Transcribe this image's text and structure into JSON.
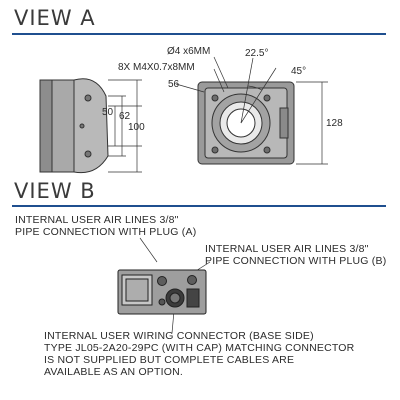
{
  "view_a": {
    "title": "VIEW A",
    "dims": {
      "hole_spec": "Ø4 x6MM",
      "thread_spec": "8X M4X0.7x8MM",
      "angle_small": "22.5°",
      "angle_large": "45°",
      "dim_56": "56",
      "dim_50": "50",
      "dim_62": "62",
      "dim_100": "100",
      "dim_128": "128"
    }
  },
  "view_b": {
    "title": "VIEW B",
    "callout_a": [
      "INTERNAL USER AIR LINES 3/8\"",
      "PIPE CONNECTION WITH PLUG (A)"
    ],
    "callout_b": [
      "INTERNAL USER AIR LINES 3/8\"",
      "PIPE CONNECTION WITH PLUG (B)"
    ],
    "connector_note": [
      "INTERNAL USER WIRING CONNECTOR (BASE SIDE)",
      "TYPE JL05-2A20-29PC (WITH CAP) MATCHING CONNECTOR",
      "IS NOT SUPPLIED BUT COMPLETE CABLES ARE",
      "AVAILABLE AS AN OPTION."
    ]
  }
}
